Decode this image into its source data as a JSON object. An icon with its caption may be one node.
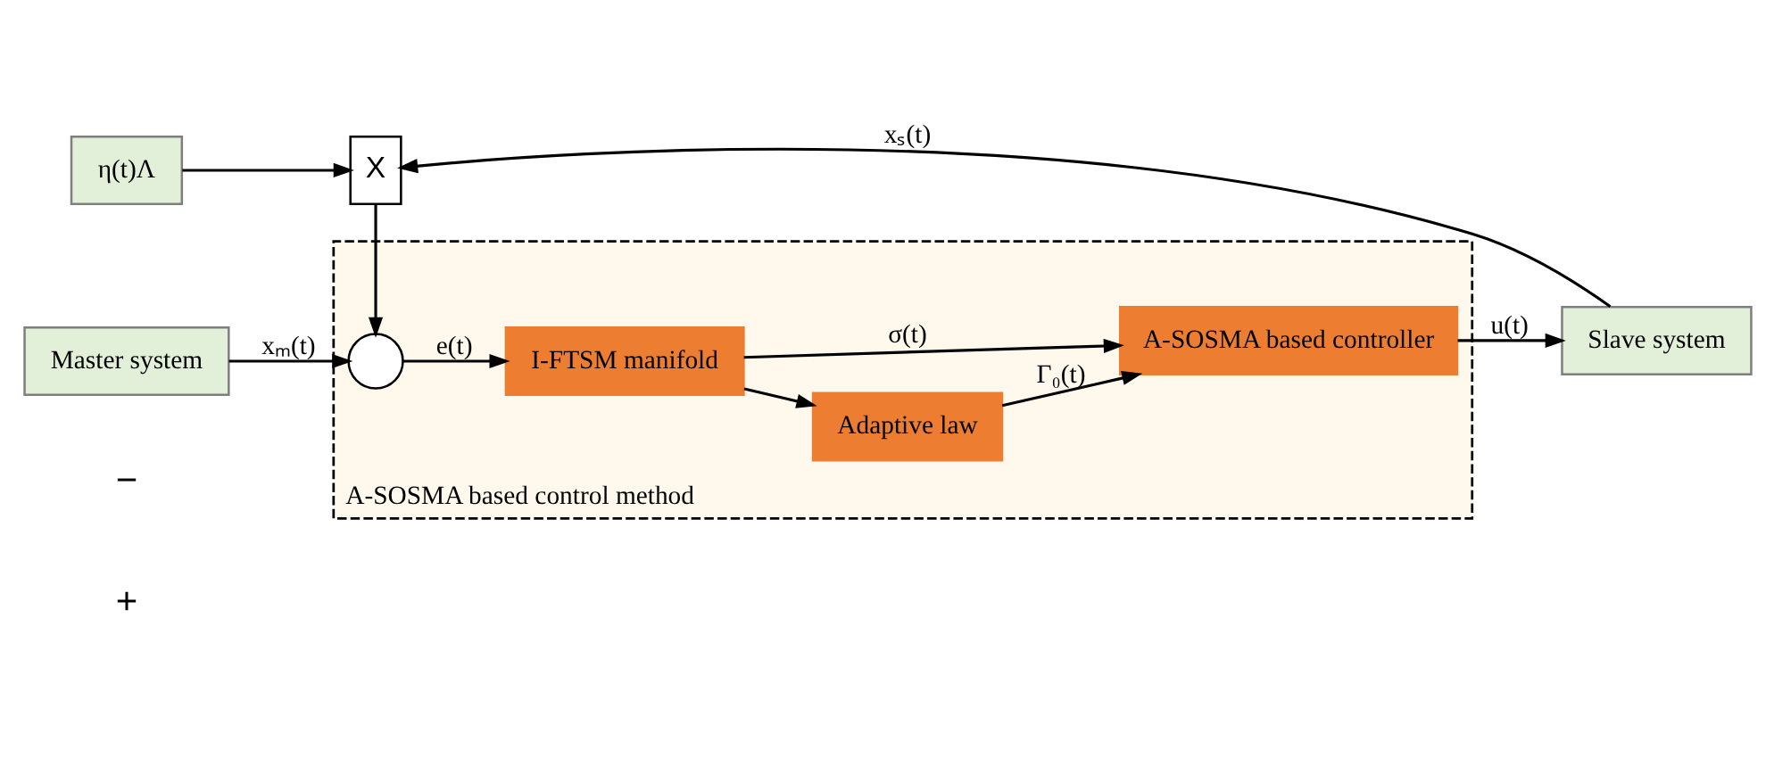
{
  "diagram": {
    "nodes": [
      {
        "text": [
          "A-SOSMA based control method"
        ]
      },
      {
        "text": [
          "Master system"
        ]
      },
      {
        "text": [],
        "shape": "circle",
        "in": 0
      },
      {
        "text": [
          "I-FTSM manifold"
        ],
        "in": 0
      },
      {
        "text": [
          "Adaptive law"
        ],
        "in": 0
      },
      {
        "text": [
          "A-SOSMA based controller"
        ],
        "in": 0
      },
      {
        "text": [
          "Slave system"
        ]
      },
      {
        "text": [
          "X"
        ]
      },
      {
        "text": [
          "η(t)Λ"
        ]
      }
    ],
    "edges": [
      {
        "from": 1,
        "to": 2,
        "arrow": "to",
        "label": "xₘ(t)"
      },
      {
        "from": 2,
        "to": 3,
        "arrow": "to",
        "label": "e(t)"
      },
      {
        "from": 3,
        "to": 5,
        "arrow": "to",
        "label": "σ(t)"
      },
      {
        "from": 3,
        "to": 4,
        "arrow": "to"
      },
      {
        "from": 4,
        "to": 5,
        "arrow": "to",
        "label": "Γ₀(t)"
      },
      {
        "from": 5,
        "to": 6,
        "arrow": "to",
        "label": "u(t)"
      },
      {
        "from": 6,
        "to": 7,
        "arrow": "to",
        "label": "xₛ(t)"
      },
      {
        "from": 8,
        "to": 7,
        "arrow": "to"
      },
      {
        "from": 7,
        "to": 2,
        "arrow": "to"
      }
    ],
    "labels": [
      "−",
      "+"
    ]
  }
}
